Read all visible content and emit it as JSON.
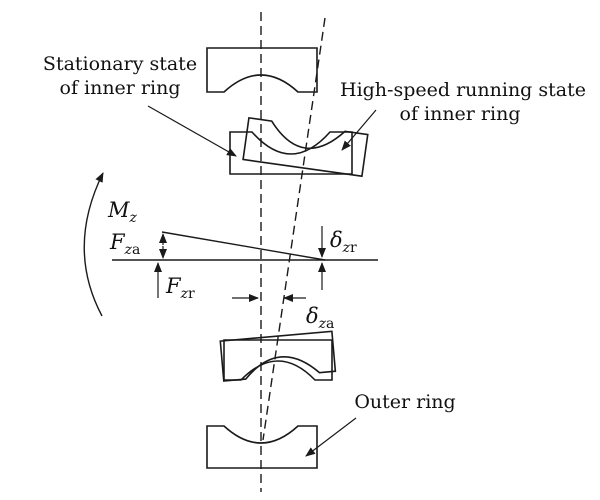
{
  "labels": {
    "stationary_state": "Stationary state",
    "of_inner_ring_1": "of inner ring",
    "high_speed_state": "High-speed running state",
    "of_inner_ring_2": "of inner ring",
    "outer_ring": "Outer ring"
  },
  "symbols": {
    "mz": {
      "main": "M",
      "sub": "z"
    },
    "fza": {
      "main": "F",
      "sub_italic": "z",
      "sub_roman": "a"
    },
    "fzr": {
      "main": "F",
      "sub_italic": "z",
      "sub_roman": "r"
    },
    "dzr": {
      "main": "δ",
      "sub_italic": "z",
      "sub_roman": "r"
    },
    "dza": {
      "main": "δ",
      "sub_italic": "z",
      "sub_roman": "a"
    }
  },
  "colors": {
    "ink": "#1a1a1a",
    "background": "#ffffff"
  }
}
